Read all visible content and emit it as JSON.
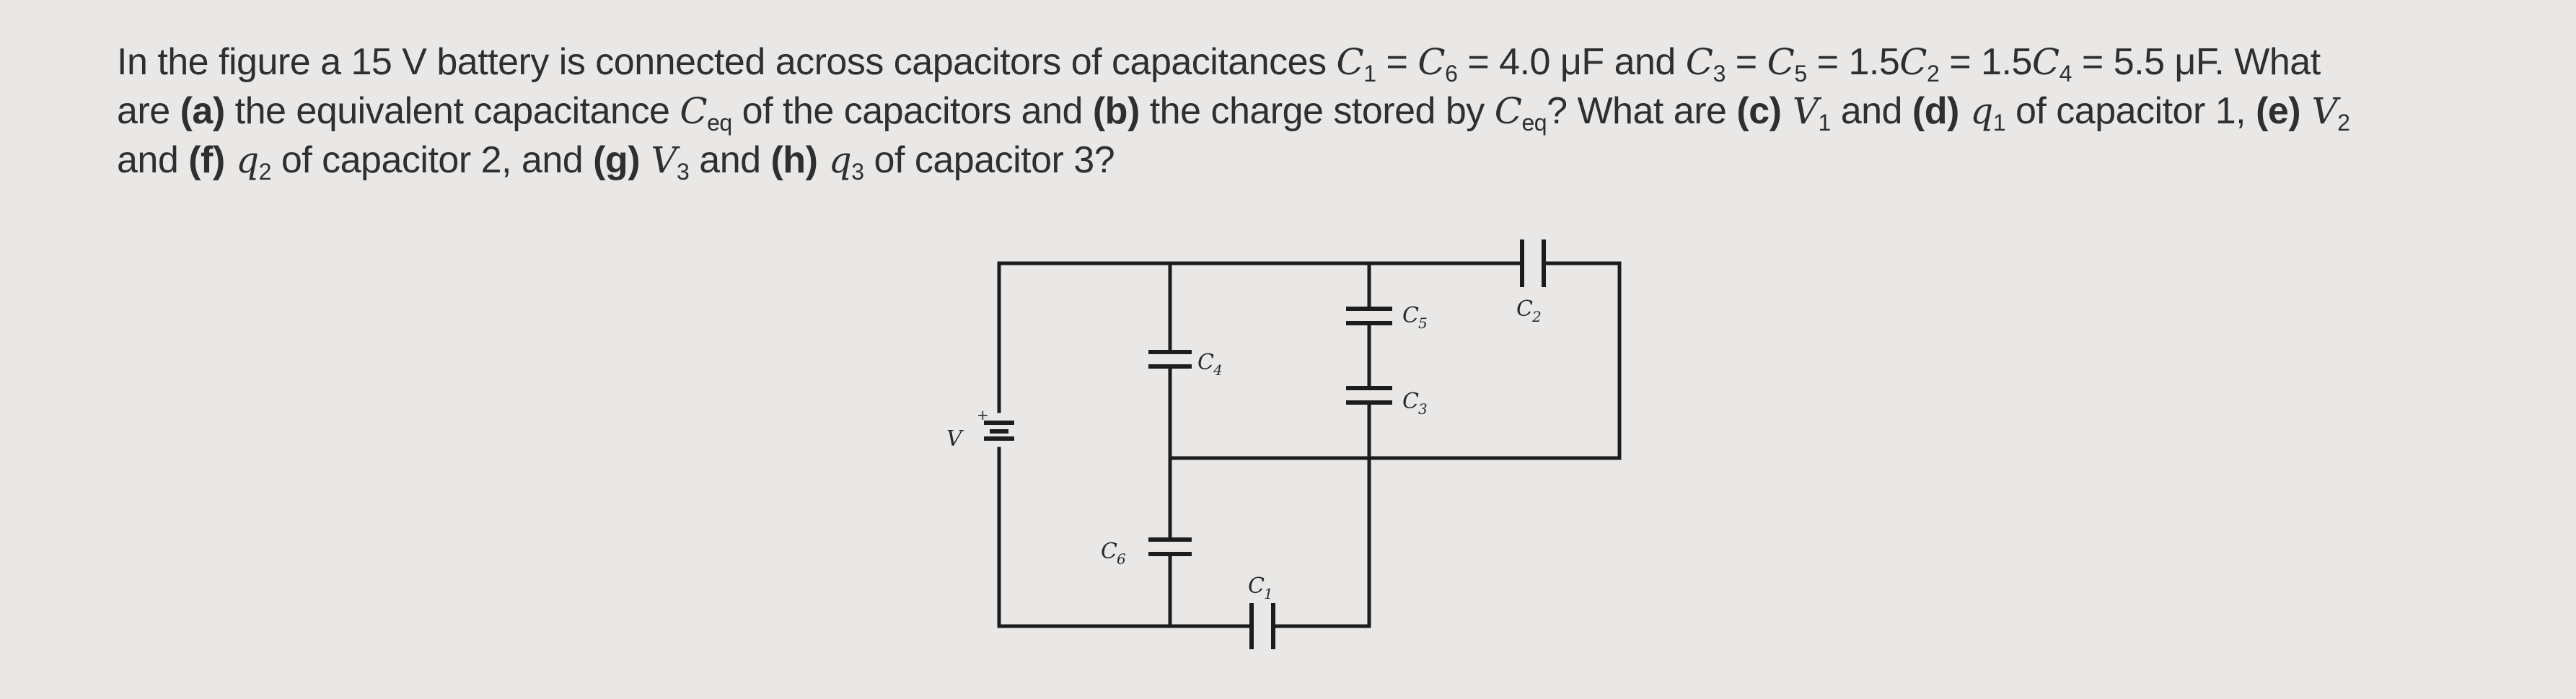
{
  "question": {
    "line1": {
      "intro": "In the figure a 15 V battery is connected across capacitors of capacitances ",
      "c1": "C",
      "c1_sub": "1",
      "eq1": " = ",
      "c6": "C",
      "c6_sub": "6",
      "val1": " = 4.0 μF and ",
      "c3": "C",
      "c3_sub": "3",
      "eq2": " = ",
      "c5": "C",
      "c5_sub": "5",
      "eq3": " = 1.5",
      "c2": "C",
      "c2_sub": "2",
      "eq4": " = 1.5",
      "c4": "C",
      "c4_sub": "4",
      "val2": " = 5.5 μF. What"
    },
    "line2": {
      "t1": "are ",
      "a": "(a)",
      "t2": " the equivalent capacitance ",
      "ceq": "C",
      "ceq_sub": "eq",
      "t3": " of the capacitors and ",
      "b": "(b)",
      "t4": " the charge stored by ",
      "ceq2": "C",
      "ceq2_sub": "eq",
      "t5": "? What are ",
      "c": "(c)",
      "v1": " V",
      "v1_sub": "1",
      "t6": " and ",
      "d": "(d)",
      "q1": " q",
      "q1_sub": "1",
      "t7": " of capacitor 1, ",
      "e": "(e)",
      "v2": " V",
      "v2_sub": "2"
    },
    "line3": {
      "t1": "and ",
      "f": "(f)",
      "q2": " q",
      "q2_sub": "2",
      "t2": " of capacitor 2, and ",
      "g": "(g)",
      "v3": " V",
      "v3_sub": "3",
      "t3": " and ",
      "h": "(h)",
      "q3": " q",
      "q3_sub": "3",
      "t4": " of capacitor 3?"
    }
  },
  "figure": {
    "battery_label": "V",
    "battery_plus": "+",
    "labels": {
      "c1": {
        "main": "C",
        "sub": "1"
      },
      "c2": {
        "main": "C",
        "sub": "2"
      },
      "c3": {
        "main": "C",
        "sub": "3"
      },
      "c4": {
        "main": "C",
        "sub": "4"
      },
      "c5": {
        "main": "C",
        "sub": "5"
      },
      "c6": {
        "main": "C",
        "sub": "6"
      }
    }
  }
}
